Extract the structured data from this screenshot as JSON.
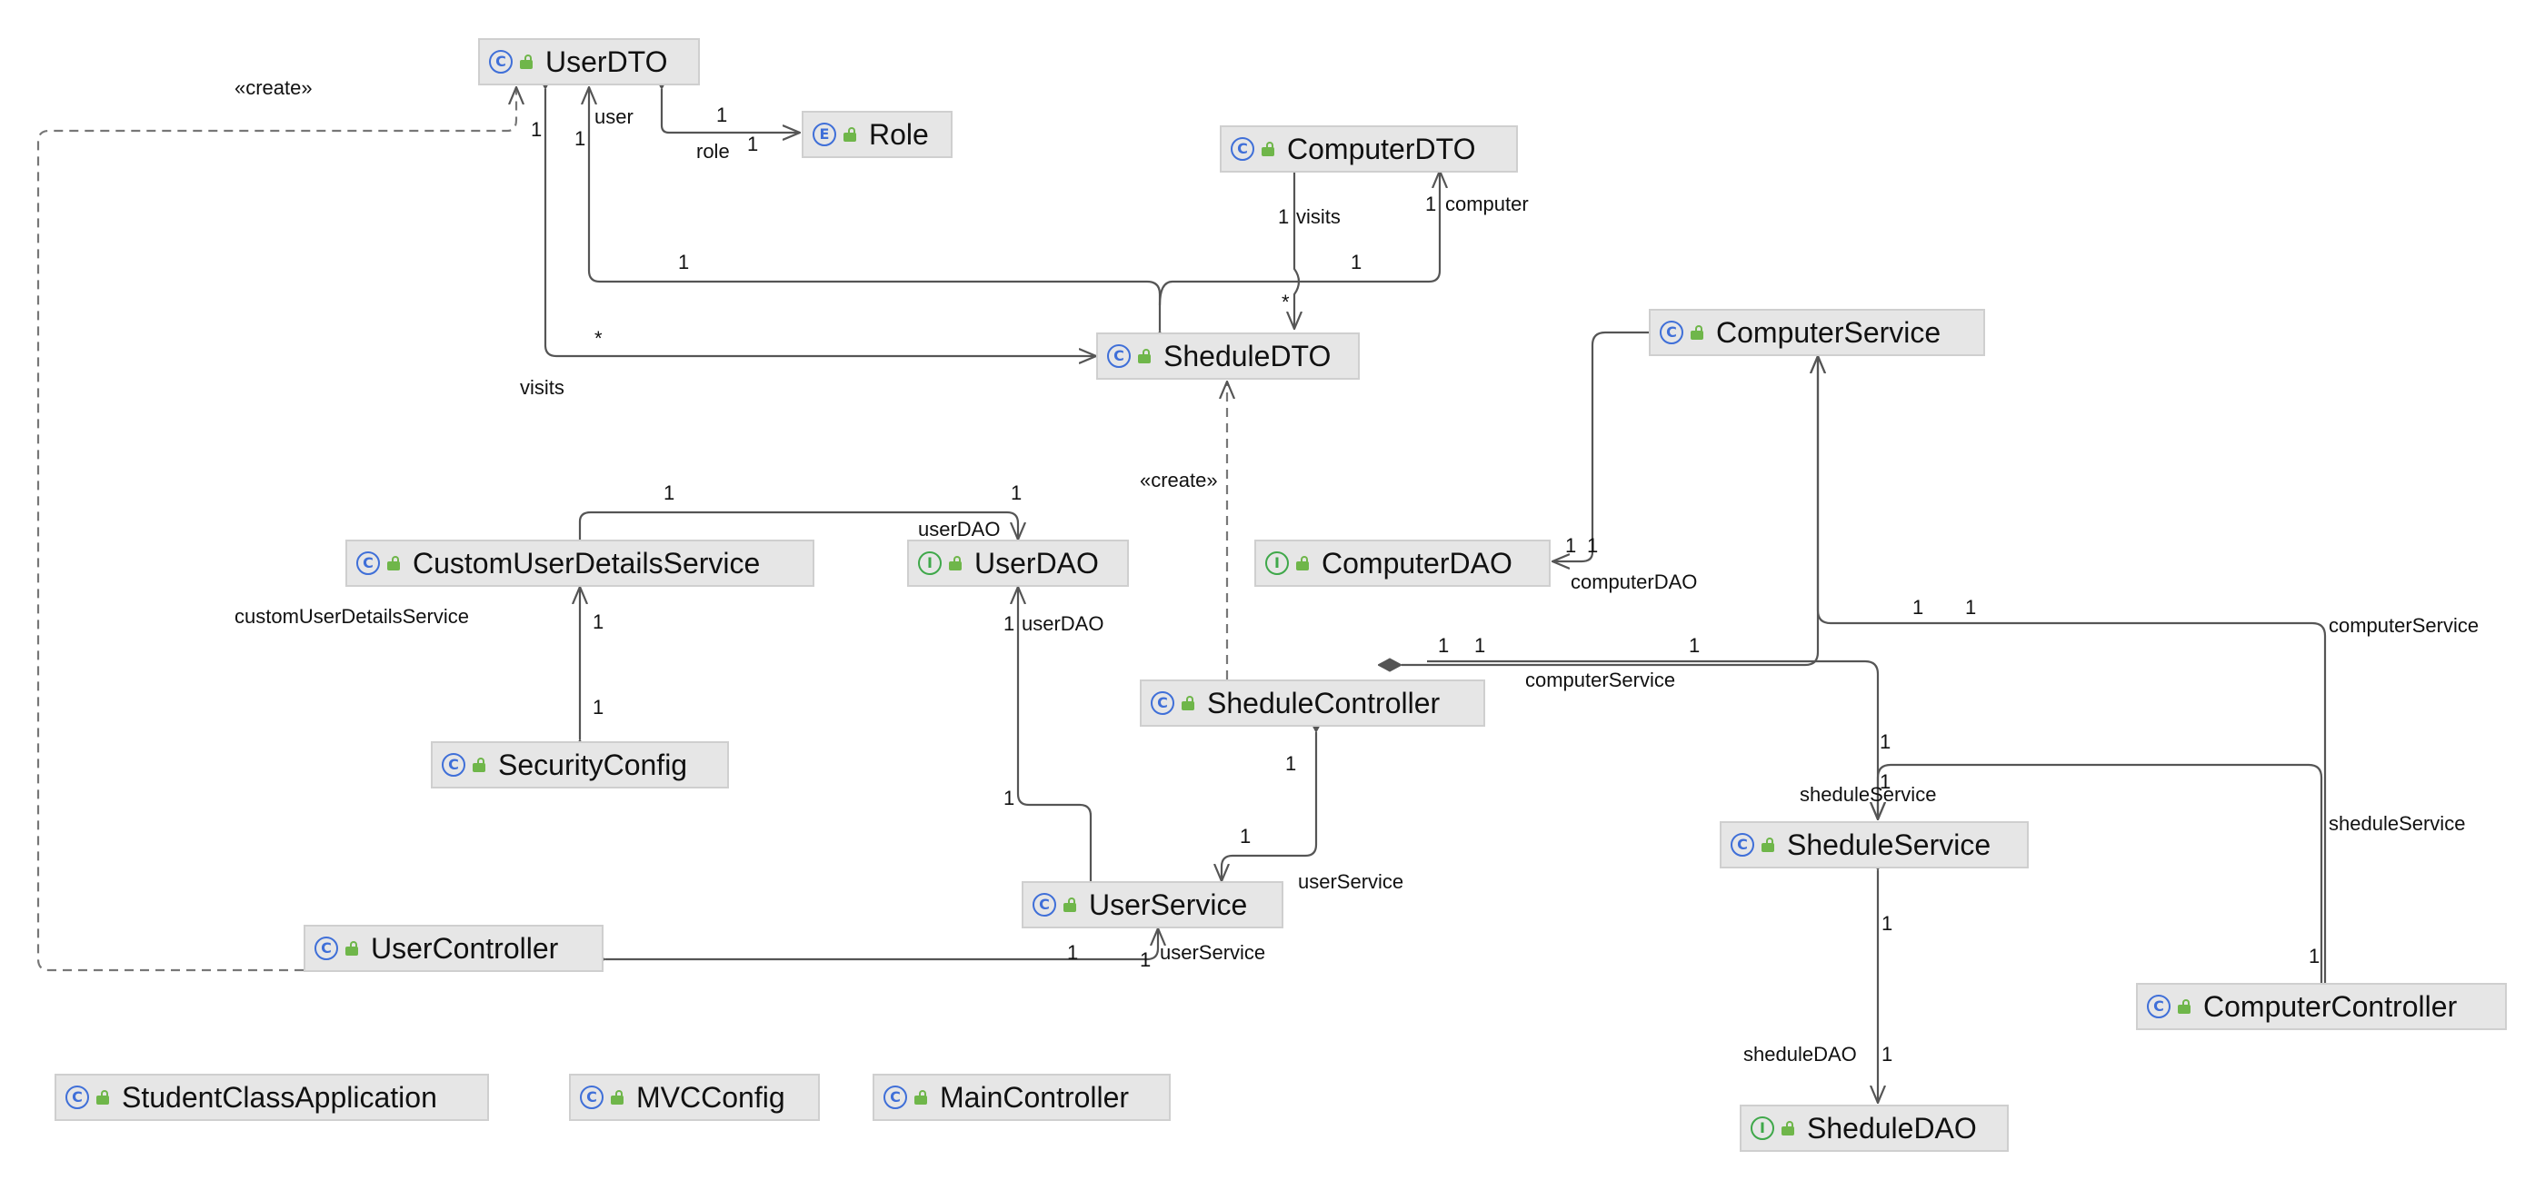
{
  "nodes": {
    "user_dto": {
      "name": "UserDTO",
      "kind": "C"
    },
    "role": {
      "name": "Role",
      "kind": "E"
    },
    "computer_dto": {
      "name": "ComputerDTO",
      "kind": "C"
    },
    "shedule_dto": {
      "name": "SheduleDTO",
      "kind": "C"
    },
    "computer_service": {
      "name": "ComputerService",
      "kind": "C"
    },
    "custom_user_details_service": {
      "name": "CustomUserDetailsService",
      "kind": "C"
    },
    "user_dao": {
      "name": "UserDAO",
      "kind": "I"
    },
    "computer_dao": {
      "name": "ComputerDAO",
      "kind": "I"
    },
    "shedule_controller": {
      "name": "SheduleController",
      "kind": "C"
    },
    "security_config": {
      "name": "SecurityConfig",
      "kind": "C"
    },
    "shedule_service": {
      "name": "SheduleService",
      "kind": "C"
    },
    "user_service": {
      "name": "UserService",
      "kind": "C"
    },
    "user_controller": {
      "name": "UserController",
      "kind": "C"
    },
    "computer_controller": {
      "name": "ComputerController",
      "kind": "C"
    },
    "student_class_application": {
      "name": "StudentClassApplication",
      "kind": "C"
    },
    "mvc_config": {
      "name": "MVCConfig",
      "kind": "C"
    },
    "main_controller": {
      "name": "MainController",
      "kind": "C"
    },
    "shedule_dao": {
      "name": "SheduleDAO",
      "kind": "I"
    }
  },
  "labels": {
    "create1": "«create»",
    "create2": "«create»",
    "user": "user",
    "role": "role",
    "visits_a": "visits",
    "visits_b": "visits",
    "computer": "computer",
    "star1": "*",
    "star2": "*",
    "user_dao_1": "userDAO",
    "user_dao_2": "userDAO",
    "custom_uds": "customUserDetailsService",
    "computer_dao": "computerDAO",
    "computer_service_1": "computerService",
    "computer_service_2": "computerService",
    "shedule_service_1": "sheduleService",
    "shedule_service_2": "sheduleService",
    "user_service_1": "userService",
    "user_service_2": "userService",
    "shedule_dao": "sheduleDAO",
    "one": "1"
  }
}
